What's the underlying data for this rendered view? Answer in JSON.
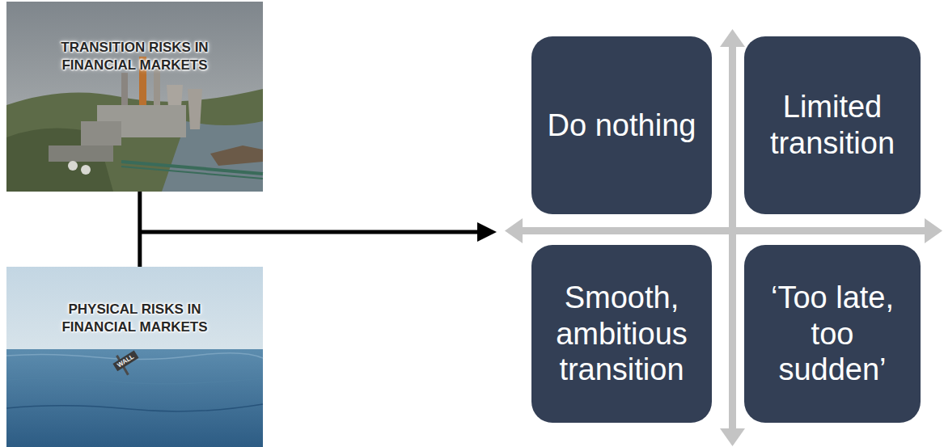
{
  "diagram": {
    "nodes": [
      {
        "text": [
          "TRANSITION RISKS IN FINANCIAL MARKETS"
        ]
      },
      {
        "text": [
          "PHYSICAL RISKS IN FINANCIAL MARKETS"
        ]
      },
      {
        "text": [
          "Do nothing"
        ]
      },
      {
        "text": [
          "Limited transition"
        ]
      },
      {
        "text": [
          "Smooth, ambitious transition"
        ]
      },
      {
        "text": [
          "‘Too late, too sudden’"
        ]
      }
    ],
    "edges": [
      {
        "from": 0,
        "to": 1,
        "arrow": "none"
      }
    ],
    "labels": [
      "WALL"
    ]
  }
}
